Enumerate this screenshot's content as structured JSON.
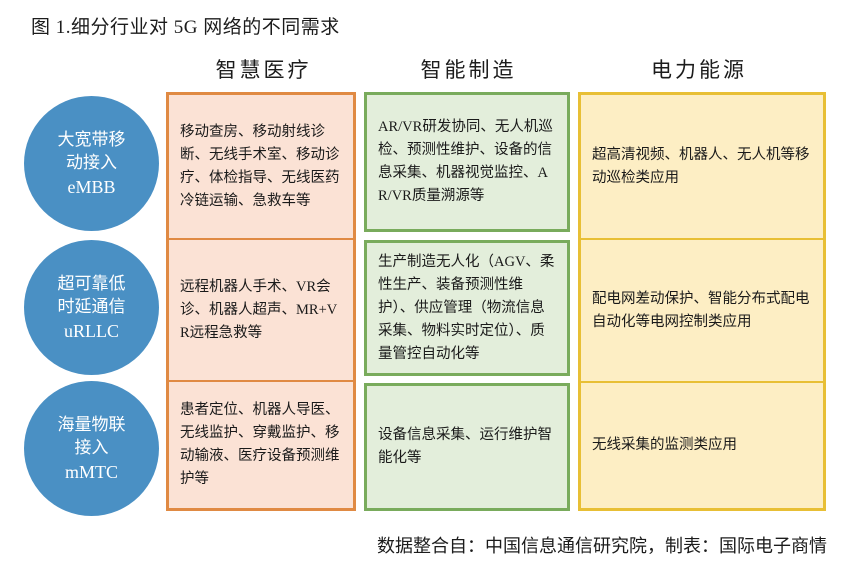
{
  "figure": {
    "title": "图 1.细分行业对 5G 网络的不同需求",
    "source_note": "数据整合自：中国信息通信研究院，制表：国际电子商情"
  },
  "colors": {
    "circle_blue": "#4a90c4",
    "health_border": "#e08a43",
    "health_fill": "#fbe2d5",
    "manufacturing_border": "#79ab5c",
    "manufacturing_fill": "#e3eedb",
    "power_border": "#e8bf35",
    "power_fill": "#fdeec4",
    "text": "#1a1a1a"
  },
  "columns": [
    {
      "header": "智慧医疗"
    },
    {
      "header": "智能制造"
    },
    {
      "header": "电力能源"
    }
  ],
  "rows": [
    {
      "category_cn": [
        "大宽带移",
        "动接入"
      ],
      "category_en": "eMBB",
      "health": "移动查房、移动射线诊断、无线手术室、移动诊疗、体检指导、无线医药冷链运输、急救车等",
      "manufacturing": "AR/VR研发协同、无人机巡检、预测性维护、设备的信息采集、机器视觉监控、AR/VR质量溯源等",
      "power": "超高清视频、机器人、无人机等移动巡检类应用"
    },
    {
      "category_cn": [
        "超可靠低",
        "时延通信"
      ],
      "category_en": "uRLLC",
      "health": "远程机器人手术、VR会诊、机器人超声、MR+VR远程急救等",
      "manufacturing": "生产制造无人化（AGV、柔性生产、装备预测性维护）、供应管理（物流信息采集、物料实时定位）、质量管控自动化等",
      "power": "配电网差动保护、智能分布式配电自动化等电网控制类应用"
    },
    {
      "category_cn": [
        "海量物联",
        "接入"
      ],
      "category_en": "mMTC",
      "health": "患者定位、机器人导医、无线监护、穿戴监护、移动输液、医疗设备预测维护等",
      "manufacturing": "设备信息采集、运行维护智能化等",
      "power": "无线采集的监测类应用"
    }
  ]
}
